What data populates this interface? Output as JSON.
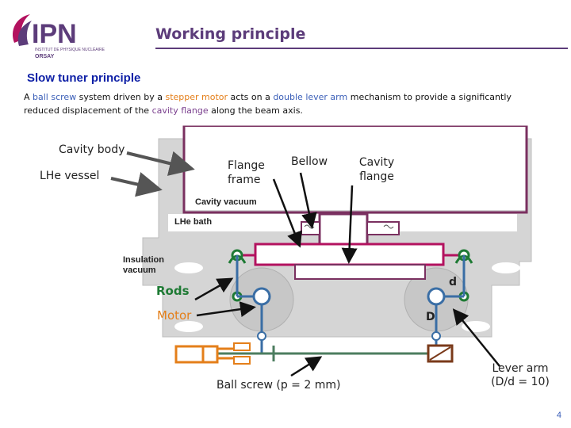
{
  "logo": {
    "letters": "IPN",
    "line1": "INSTITUT DE PHYSIQUE NUCLÉAIRE",
    "line2": "ORSAY"
  },
  "title": "Working principle",
  "subtitle": "Slow tuner principle",
  "intro": {
    "p1": "A ",
    "ball_screw": "ball screw",
    "p2": " system driven by a ",
    "stepper_motor": "stepper motor",
    "p3": " acts on a ",
    "double_lever": "double lever arm",
    "p4": " mechanism to provide a significantly reduced displacement of the ",
    "cavity_flange": "cavity flange",
    "p5": " along the beam axis."
  },
  "labels": {
    "cavity_body": "Cavity body",
    "lhe_vessel": "LHe vessel",
    "flange_frame": "Flange frame",
    "bellow": "Bellow",
    "cavity_flange": "Cavity flange",
    "cavity_vacuum": "Cavity vacuum",
    "lhe_bath": "LHe bath",
    "insulation_vacuum": "Insulation vacuum",
    "rods": "Rods",
    "motor": "Motor",
    "d_small": "d",
    "d_large": "D",
    "ball_screw": "Ball screw (p = 2 mm)",
    "lever_arm": "Lever arm (D/d = 10)"
  },
  "page_number": "4",
  "colors": {
    "title": "#5c3c7a",
    "subtitle": "#0d1fa6",
    "magenta": "#b3125f",
    "green": "#1e7a34",
    "orange": "#e47f1a",
    "blue": "#3a6ea5"
  }
}
